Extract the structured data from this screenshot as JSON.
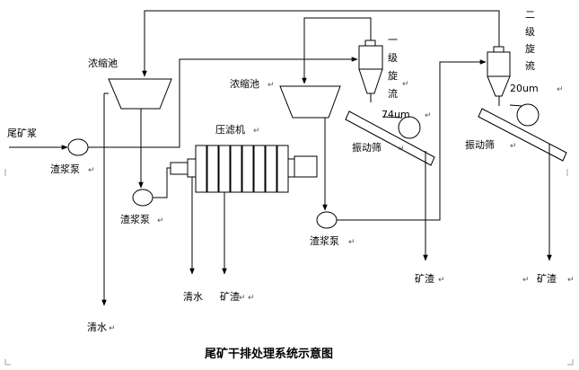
{
  "title": "尾矿干排处理系统示意图",
  "labels": {
    "tailings_slurry": "尾矿浆",
    "slurry_pump_1": "渣浆泵",
    "slurry_pump_2": "渣浆泵",
    "slurry_pump_3": "渣浆泵",
    "thickener_1": "浓缩池",
    "thickener_2": "浓缩池",
    "filter_press": "压滤机",
    "clear_water_1": "清水",
    "clear_water_2": "清水",
    "ore_residue_1": "矿渣",
    "ore_residue_2": "矿渣",
    "ore_residue_3": "矿渣",
    "vibrating_screen_1": "振动筛",
    "vibrating_screen_2": "振动筛",
    "cyclone_1_vertical": "一级旋流",
    "cyclone_2_vertical": "二级旋流",
    "mesh_1": "74um",
    "mesh_2": "20um"
  },
  "paragraph_mark": "↵"
}
